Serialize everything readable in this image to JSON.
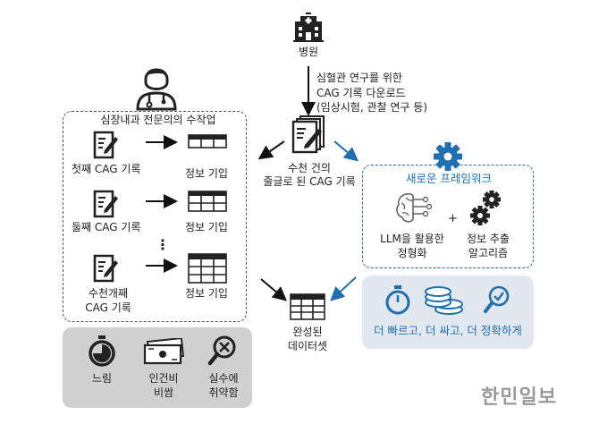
{
  "hospital": {
    "label": "병원"
  },
  "download": {
    "lines": [
      "심혈관 연구를 위한",
      "CAG 기록 다운로드",
      "(임상시험, 관찰 연구 등)"
    ]
  },
  "manual": {
    "title": "심장내과 전문의의 수작업",
    "rows": [
      {
        "record": "첫째 CAG 기록",
        "result": "정보 기입"
      },
      {
        "record": "둘째 CAG 기록",
        "result": "정보 기입"
      },
      {
        "record": "수천개째",
        "record2": "CAG 기록",
        "result": "정보 기입"
      }
    ],
    "ellipsis": "⋮"
  },
  "records": {
    "lines": [
      "수천 건의",
      "줄글로 된 CAG 기록"
    ]
  },
  "framework": {
    "title": "새로운 프레임워크",
    "llm": [
      "LLM을 활용한",
      "정형화"
    ],
    "plus": "+",
    "algo": [
      "정보 추출",
      "알고리즘"
    ]
  },
  "dataset": {
    "lines": [
      "완성된",
      "데이터셋"
    ]
  },
  "cons": [
    {
      "icon": "stopwatch-icon",
      "lines": [
        "느림"
      ]
    },
    {
      "icon": "money-icon",
      "lines": [
        "인건비",
        "비쌈"
      ]
    },
    {
      "icon": "magnifier-x-icon",
      "lines": [
        "실수에",
        "취약함"
      ]
    }
  ],
  "pros": {
    "text": "더 빠르고, 더 싸고, 더 정확하게"
  },
  "watermark": "한민일보",
  "colors": {
    "accent": "#1f6fb2",
    "dark": "#222222",
    "cons_bg": "#d0d0d0",
    "pros_bg": "#e2e8ef"
  }
}
